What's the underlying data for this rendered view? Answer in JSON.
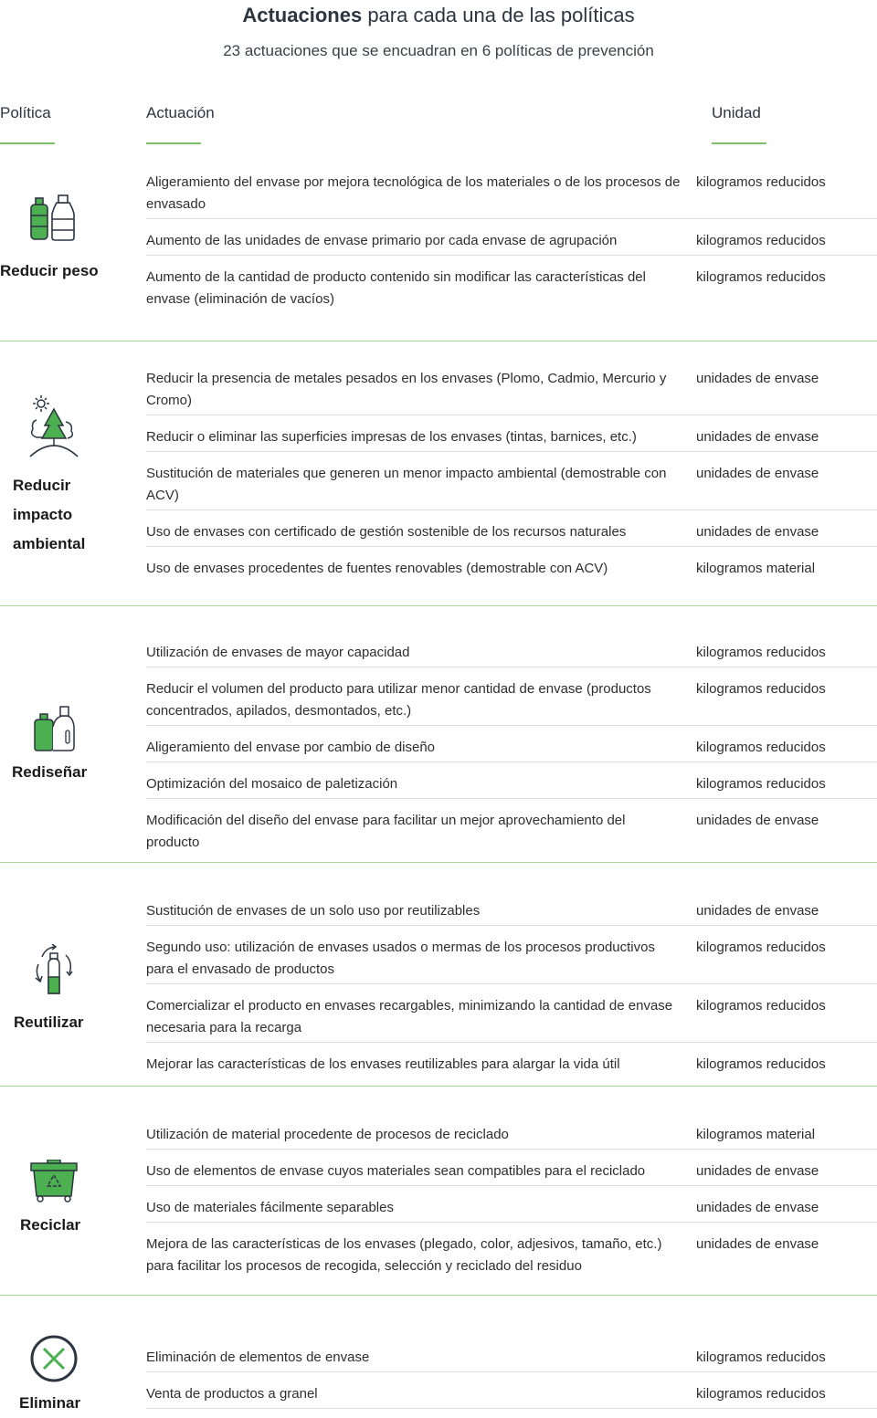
{
  "header": {
    "title_bold": "Actuaciones",
    "title_rest": "para cada una de las políticas",
    "subtitle": "23 actuaciones que se encuadran en 6 políticas de prevención"
  },
  "columns": {
    "policy": "Política",
    "action": "Actuación",
    "unit": "Unidad"
  },
  "colors": {
    "accent": "#7cc06a",
    "icon_green": "#4caf50",
    "dark": "#2c3540"
  },
  "sections": [
    {
      "policy": "Reducir peso",
      "icon": "bottles-icon",
      "rows": [
        {
          "action": "Aligeramiento del envase por mejora tecnológica de los materiales o de los procesos de envasado",
          "unit": "kilogramos reducidos"
        },
        {
          "action": "Aumento de las unidades de envase primario por cada envase de agrupación",
          "unit": "kilogramos reducidos"
        },
        {
          "action": "Aumento de la cantidad de producto contenido sin modificar las características del envase (eliminación de vacíos)",
          "unit": "kilogramos reducidos"
        }
      ]
    },
    {
      "policy": "Reducir impacto ambiental",
      "icon": "nature-icon",
      "rows": [
        {
          "action": "Reducir la presencia de metales pesados en los envases (Plomo, Cadmio, Mercurio y Cromo)",
          "unit": "unidades de envase"
        },
        {
          "action": "Reducir o eliminar las superficies impresas de los envases (tintas, barnices, etc.)",
          "unit": "unidades de envase"
        },
        {
          "action": "Sustitución de materiales que generen un menor impacto ambiental (demostrable con ACV)",
          "unit": "unidades de envase"
        },
        {
          "action": "Uso de envases con certificado de gestión sostenible de los recursos naturales",
          "unit": "unidades de envase"
        },
        {
          "action": "Uso de envases procedentes de fuentes renovables (demostrable con ACV)",
          "unit": "kilogramos material"
        }
      ]
    },
    {
      "policy": "Rediseñar",
      "icon": "containers-icon",
      "rows": [
        {
          "action": "Utilización de envases de mayor capacidad",
          "unit": "kilogramos reducidos"
        },
        {
          "action": "Reducir el volumen del producto para utilizar menor cantidad de envase (productos concentrados, apilados, desmontados, etc.)",
          "unit": "kilogramos reducidos"
        },
        {
          "action": "Aligeramiento del envase por cambio de diseño",
          "unit": "kilogramos reducidos"
        },
        {
          "action": "Optimización del mosaico de paletización",
          "unit": "kilogramos reducidos"
        },
        {
          "action": "Modificación del diseño del envase para facilitar un mejor aprovechamiento del producto",
          "unit": "unidades de envase"
        }
      ]
    },
    {
      "policy": "Reutilizar",
      "icon": "reuse-bottle-icon",
      "rows": [
        {
          "action": "Sustitución de envases de un solo uso por reutilizables",
          "unit": "unidades de envase"
        },
        {
          "action": "Segundo uso: utilización de envases usados o mermas de los procesos productivos para el envasado de productos",
          "unit": "kilogramos reducidos"
        },
        {
          "action": "Comercializar el producto en envases recargables, minimizando la cantidad de envase necesaria para la recarga",
          "unit": "kilogramos reducidos"
        },
        {
          "action": "Mejorar las características de los envases reutilizables para alargar la vida útil",
          "unit": "kilogramos reducidos"
        }
      ]
    },
    {
      "policy": "Reciclar",
      "icon": "recycle-bin-icon",
      "rows": [
        {
          "action": "Utilización de material procedente de procesos de reciclado",
          "unit": "kilogramos material"
        },
        {
          "action": "Uso de elementos de envase cuyos materiales sean compatibles para el reciclado",
          "unit": "unidades de envase"
        },
        {
          "action": "Uso de materiales fácilmente separables",
          "unit": "unidades de envase"
        },
        {
          "action": "Mejora de las características de los envases (plegado, color, adjesivos, tamaño, etc.) para facilitar los procesos de recogida, selección y reciclado del residuo",
          "unit": "unidades de envase"
        }
      ]
    },
    {
      "policy": "Eliminar",
      "icon": "eliminate-x-icon",
      "rows": [
        {
          "action": "Eliminación de elementos de envase",
          "unit": "kilogramos reducidos"
        },
        {
          "action": "Venta de productos a granel",
          "unit": "kilogramos reducidos"
        }
      ]
    }
  ]
}
